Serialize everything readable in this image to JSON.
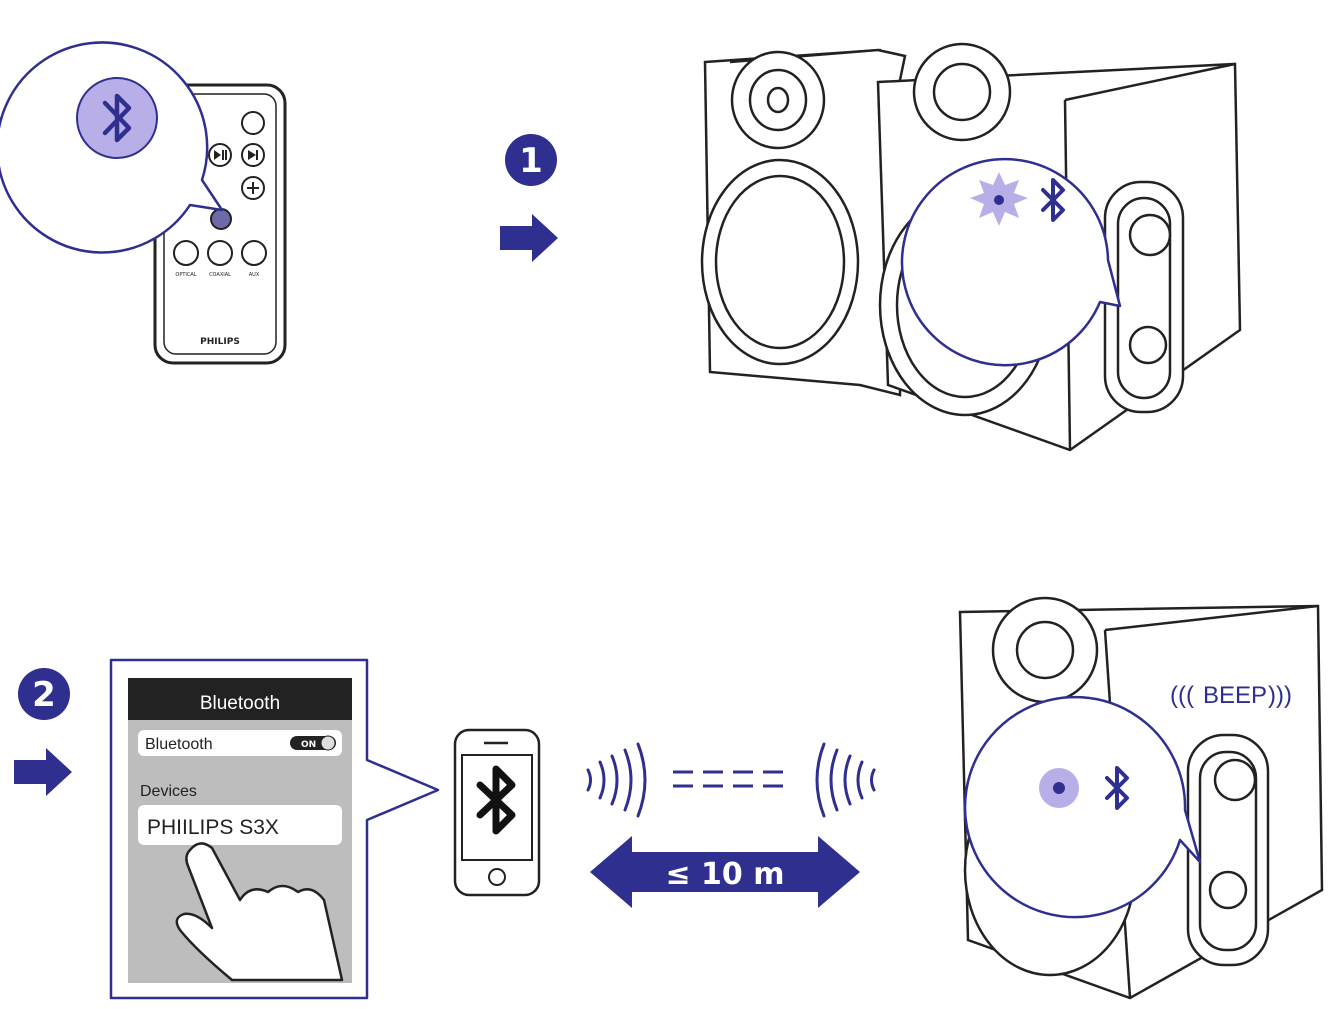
{
  "colors": {
    "accent": "#2e2f8f",
    "accent_light": "#b8aee8",
    "line": "#222222",
    "screen_gray": "#bdbdbd"
  },
  "step1": {
    "number": "1",
    "remote": {
      "brand": "PHILIPS",
      "input_labels": [
        "OPTICAL",
        "COAXIAL",
        "AUX"
      ]
    }
  },
  "step2": {
    "number": "2",
    "phone_screen": {
      "header": "Bluetooth",
      "toggle_label": "Bluetooth",
      "toggle_state": "ON",
      "devices_heading": "Devices",
      "device_name": "PHIILIPS S3X"
    },
    "distance": "≤ 10 m",
    "speaker_sound": "BEEP"
  },
  "icons": [
    "bluetooth-icon",
    "arrow-right-icon",
    "play-pause-icon",
    "next-icon",
    "plus-icon",
    "led-indicator-icon",
    "hand-pointer-icon",
    "sound-wave-icon"
  ]
}
